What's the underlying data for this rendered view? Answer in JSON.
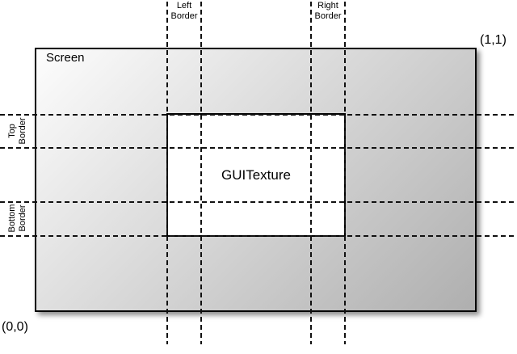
{
  "labels": {
    "screen": "Screen",
    "texture": "GUITexture",
    "origin": "(0,0)",
    "top_right_corner": "(1,1)",
    "left_border": {
      "line1": "Left",
      "line2": "Border"
    },
    "right_border": {
      "line1": "Right",
      "line2": "Border"
    },
    "top_border": {
      "line1": "Top",
      "line2": "Border"
    },
    "bottom_border": {
      "line1": "Bottom",
      "line2": "Border"
    }
  },
  "colors": {
    "line": "#111111",
    "border": "#000000",
    "screen_gradient_start": "#fdfdfd",
    "screen_gradient_end": "#afafaf",
    "texture_fill": "#ffffff",
    "page_background": "#ffffff"
  }
}
